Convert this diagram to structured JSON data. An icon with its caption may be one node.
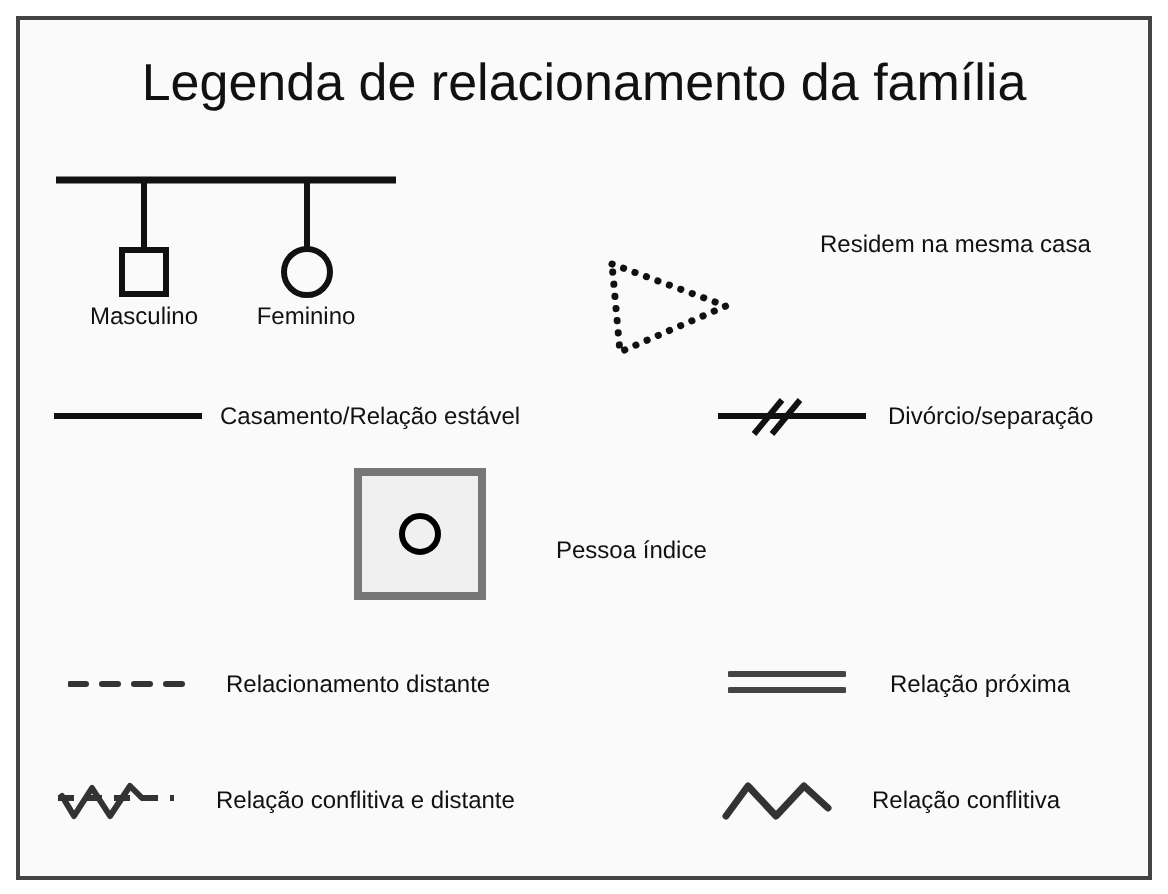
{
  "diagram": {
    "title": "Legenda de relacionamento da família",
    "legend": [
      {
        "text": "Masculino"
      },
      {
        "text": "Feminino"
      },
      {
        "text": "Residem na mesma casa"
      },
      {
        "text": "Casamento/Relação estável"
      },
      {
        "text": "Divórcio/separação"
      },
      {
        "text": "Pessoa índice"
      },
      {
        "text": "Relacionamento distante"
      },
      {
        "text": "Relação próxima"
      },
      {
        "text": "Relação conflitiva e distante"
      },
      {
        "text": "Relação conflitiva"
      }
    ]
  }
}
